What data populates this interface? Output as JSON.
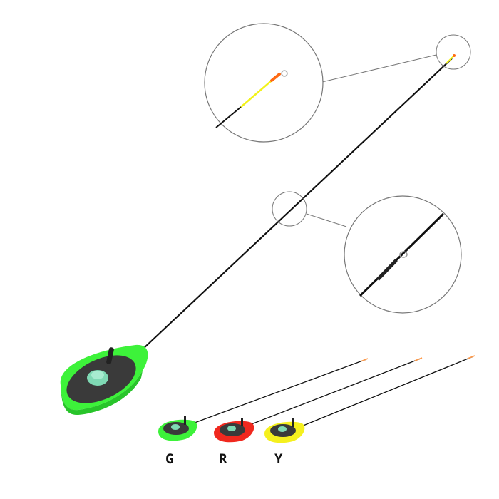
{
  "variants": [
    {
      "label": "G",
      "color": "#3df23a"
    },
    {
      "label": "R",
      "color": "#f0281e"
    },
    {
      "label": "Y",
      "color": "#f5f01e"
    }
  ],
  "colors": {
    "reel_green": "#3df23a",
    "reel_plate": "#333333",
    "spool": "#7fd9b4",
    "tip_yellow": "#f2f21a",
    "tip_orange": "#ff6a14"
  }
}
